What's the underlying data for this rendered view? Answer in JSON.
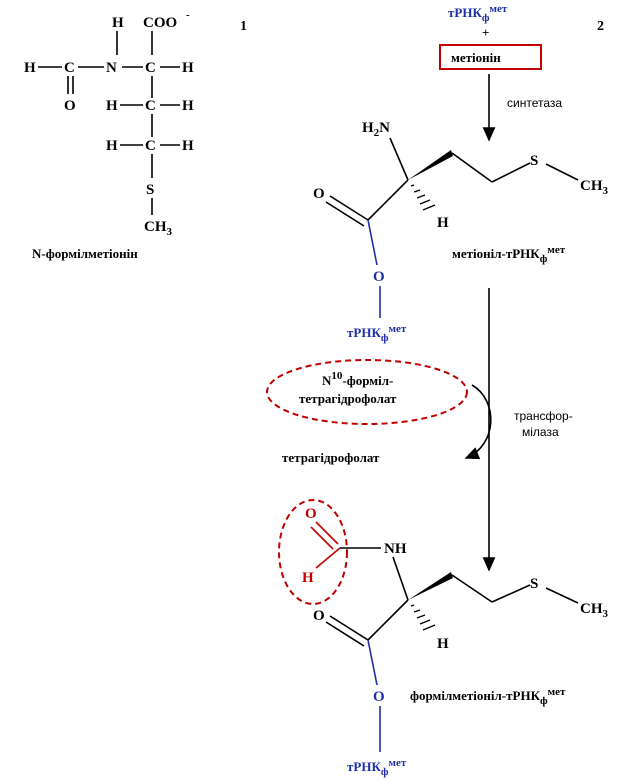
{
  "numbers": {
    "one": "1",
    "two": "2"
  },
  "struct1": {
    "coo": "COO",
    "coo_charge": "-",
    "h": "H",
    "c": "C",
    "n": "N",
    "o": "O",
    "s": "S",
    "ch3": "CH",
    "ch3_sub": "3",
    "name": "N-формілметіонін"
  },
  "top": {
    "trna_main": "тРНК",
    "trna_sub": "ф",
    "trna_sup": "мет",
    "plus": "+",
    "methionine_box": "метіонін",
    "enzyme1": "синтетаза"
  },
  "struct2": {
    "h2n": "H",
    "h2n_sub": "2",
    "n": "N",
    "s": "S",
    "ch3": "CH",
    "ch3_sub": "3",
    "o": "O",
    "h": "H",
    "o_link": "O",
    "name_main": "метіоніл-тРНК",
    "name_sub": "ф",
    "name_sup": "мет",
    "trna_main": "тРНК",
    "trna_sub": "ф",
    "trna_sup": "мет"
  },
  "reaction2": {
    "donor_sup": "10",
    "donor_line1_a": "N",
    "donor_line1_b": "-форміл-",
    "donor_line2": "тетрагідрофолат",
    "product": "тетрагідрофолат",
    "enzyme_line1": "трансфор-",
    "enzyme_line2": "мілаза"
  },
  "struct3": {
    "o_red": "O",
    "h_red": "H",
    "nh": "NH",
    "s": "S",
    "ch3": "CH",
    "ch3_sub": "3",
    "o": "O",
    "h": "H",
    "o_link": "O",
    "name_main": "формілметіоніл-тРНК",
    "name_sub": "ф",
    "name_sup": "мет",
    "trna_main": "тРНК",
    "trna_sub": "ф",
    "trna_sup": "мет"
  },
  "colors": {
    "blue": "#1f2fa6",
    "red": "#c00000"
  }
}
